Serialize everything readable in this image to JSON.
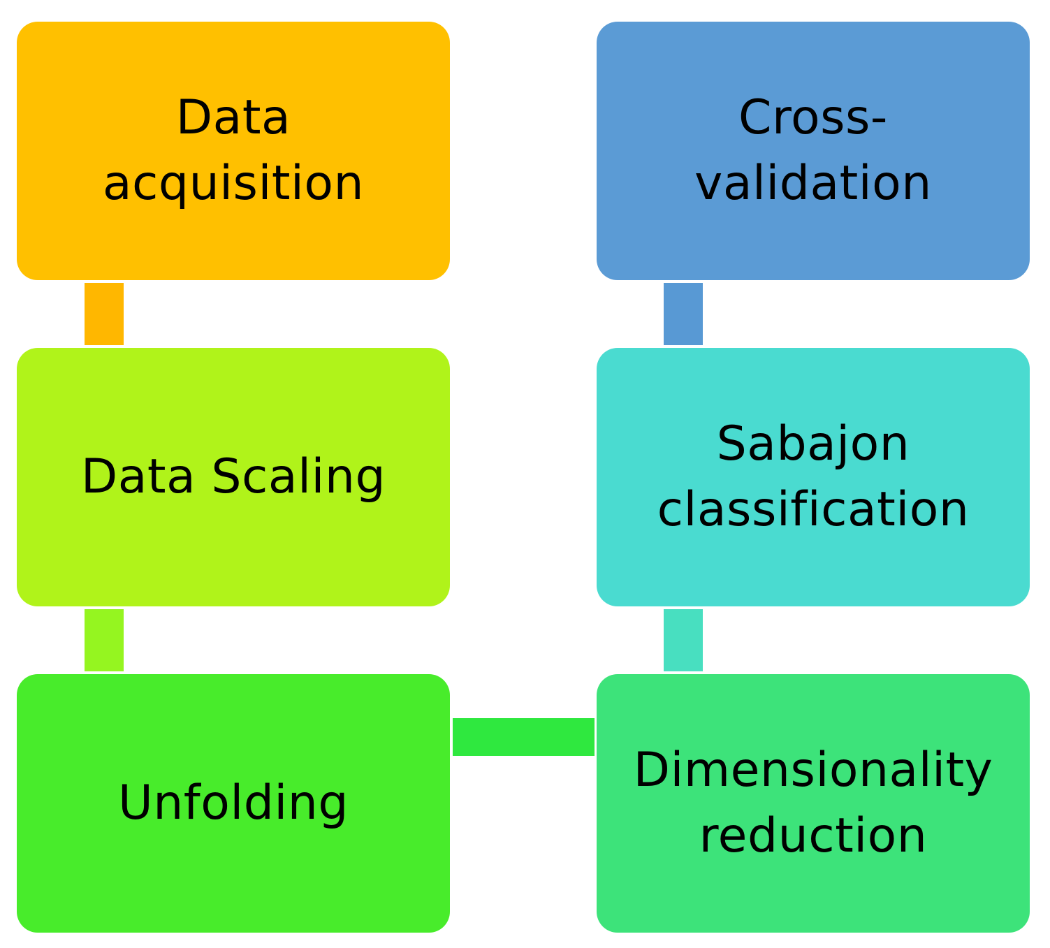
{
  "steps": [
    {
      "label": "Data\nacquisition",
      "color": "#FFC000"
    },
    {
      "label": "Data Scaling",
      "color": "#B0F31A"
    },
    {
      "label": "Unfolding",
      "color": "#48EC2B"
    },
    {
      "label": "Dimensionality\nreduction",
      "color": "#3DE37A"
    },
    {
      "label": "Sabajon\nclassification",
      "color": "#4ADBD0"
    },
    {
      "label": "Cross-\nvalidation",
      "color": "#5B9BD5"
    }
  ],
  "connectors": [
    {
      "color": "#FFB700"
    },
    {
      "color": "#95F520"
    },
    {
      "color": "#2FE83F"
    },
    {
      "color": "#48DFC0"
    },
    {
      "color": "#5899D4"
    }
  ]
}
